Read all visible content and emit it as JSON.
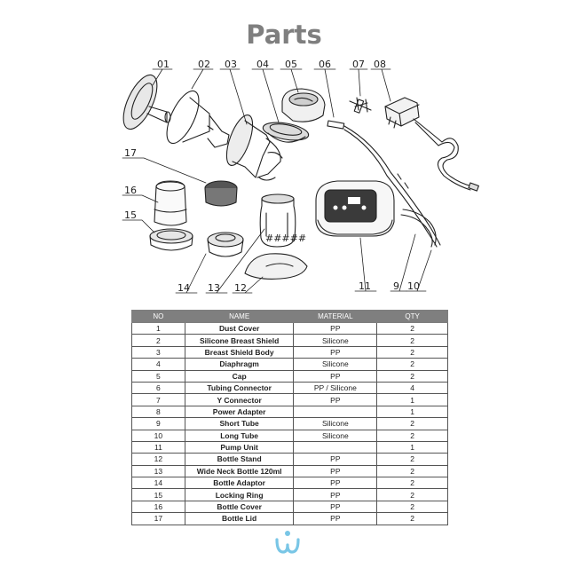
{
  "title": "Parts",
  "callouts": [
    "01",
    "02",
    "03",
    "04",
    "05",
    "06",
    "07",
    "08",
    "9",
    "10",
    "11",
    "12",
    "13",
    "14",
    "15",
    "16",
    "17"
  ],
  "bottle_marking": "#####",
  "table": {
    "headers": [
      "NO",
      "NAME",
      "MATERIAL",
      "QTY"
    ],
    "rows": [
      {
        "no": "1",
        "name": "Dust Cover",
        "material": "PP",
        "qty": "2"
      },
      {
        "no": "2",
        "name": "Silicone Breast Shield",
        "material": "Silicone",
        "qty": "2"
      },
      {
        "no": "3",
        "name": "Breast Shield Body",
        "material": "PP",
        "qty": "2"
      },
      {
        "no": "4",
        "name": "Diaphragm",
        "material": "Silicone",
        "qty": "2"
      },
      {
        "no": "5",
        "name": "Cap",
        "material": "PP",
        "qty": "2"
      },
      {
        "no": "6",
        "name": "Tubing Connector",
        "material": "PP / Silicone",
        "qty": "4"
      },
      {
        "no": "7",
        "name": "Y Connector",
        "material": "PP",
        "qty": "1"
      },
      {
        "no": "8",
        "name": "Power Adapter",
        "material": "",
        "qty": "1"
      },
      {
        "no": "9",
        "name": "Short Tube",
        "material": "Silicone",
        "qty": "2"
      },
      {
        "no": "10",
        "name": "Long Tube",
        "material": "Silicone",
        "qty": "2"
      },
      {
        "no": "11",
        "name": "Pump Unit",
        "material": "",
        "qty": "1"
      },
      {
        "no": "12",
        "name": "Bottle Stand",
        "material": "PP",
        "qty": "2"
      },
      {
        "no": "13",
        "name": "Wide Neck Bottle 120ml",
        "material": "PP",
        "qty": "2"
      },
      {
        "no": "14",
        "name": "Bottle Adaptor",
        "material": "PP",
        "qty": "2"
      },
      {
        "no": "15",
        "name": "Locking Ring",
        "material": "PP",
        "qty": "2"
      },
      {
        "no": "16",
        "name": "Bottle Cover",
        "material": "PP",
        "qty": "2"
      },
      {
        "no": "17",
        "name": "Bottle Lid",
        "material": "PP",
        "qty": "2"
      }
    ]
  },
  "colors": {
    "title": "#7f7f7f",
    "header_bg": "#7f7f7f",
    "logo": "#79c6e6"
  },
  "icons": {
    "logo": "brand-logo-icon"
  }
}
